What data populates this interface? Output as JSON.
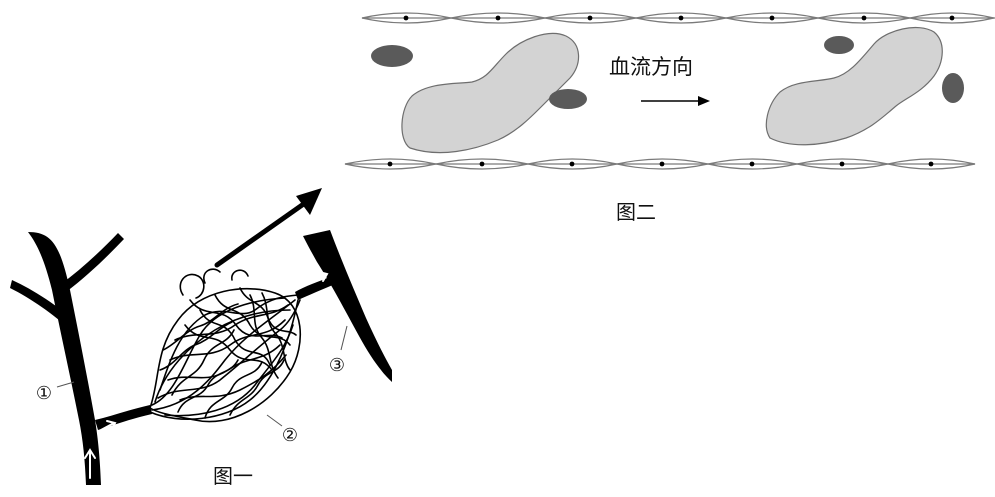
{
  "figure_one": {
    "caption": "图一",
    "labels": {
      "vessel_1": "①",
      "vessel_2": "②",
      "vessel_3": "③"
    }
  },
  "figure_two": {
    "caption": "图二",
    "flow_direction_label": "血流方向"
  },
  "colors": {
    "ink": "#000000",
    "white_cell_fill": "#d3d3d3",
    "white_cell_stroke": "#6e6e6e",
    "red_cell_fill": "#5a5a5a",
    "wall_stroke": "#7a7a7a"
  }
}
